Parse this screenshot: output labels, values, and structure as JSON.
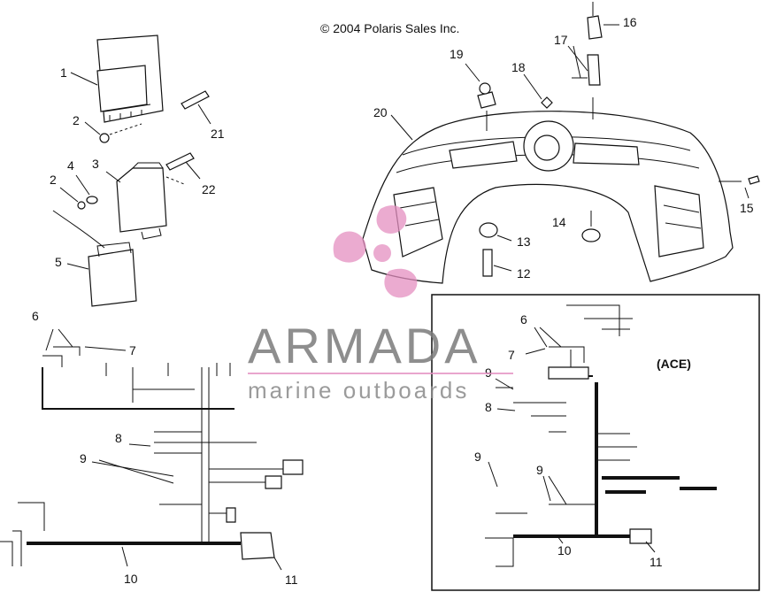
{
  "copyright": "© 2004 Polaris Sales Inc.",
  "inset_label": "(ACE)",
  "watermark": {
    "brand": "ARMADA",
    "tagline": "marine outboards",
    "colors": {
      "logo": "#e48fc0",
      "text": "#7a7a7a",
      "rule": "#e48fc0"
    }
  },
  "callouts": {
    "c1": "1",
    "c2a": "2",
    "c2b": "2",
    "c3": "3",
    "c4": "4",
    "c5": "5",
    "c6": "6",
    "c7": "7",
    "c8": "8",
    "c9": "9",
    "c10": "10",
    "c11": "11",
    "c12": "12",
    "c13": "13",
    "c14": "14",
    "c15": "15",
    "c16": "16",
    "c17": "17",
    "c18": "18",
    "c19": "19",
    "c20": "20",
    "c21": "21",
    "c22": "22",
    "i6": "6",
    "i7": "7",
    "i8": "8",
    "i9a": "9",
    "i9b": "9",
    "i9c": "9",
    "i10": "10",
    "i11": "11"
  }
}
